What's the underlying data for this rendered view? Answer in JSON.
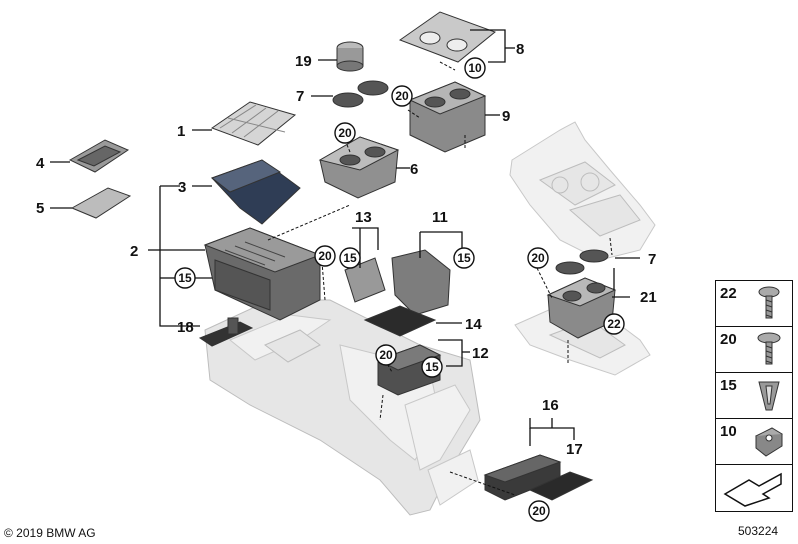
{
  "callouts": {
    "p1": "1",
    "p2": "2",
    "p3": "3",
    "p4": "4",
    "p5": "5",
    "p6": "6",
    "p7a": "7",
    "p7b": "7",
    "p8": "8",
    "p9": "9",
    "p11": "11",
    "p12": "12",
    "p13": "13",
    "p14": "14",
    "p16": "16",
    "p17": "17",
    "p18": "18",
    "p19": "19",
    "p21": "21"
  },
  "circled": {
    "c10": "10",
    "c20a": "20",
    "c20b": "20",
    "c20c": "20",
    "c20d": "20",
    "c20e": "20",
    "c20f": "20",
    "c15a": "15",
    "c15b": "15",
    "c15c": "15",
    "c15d": "15",
    "c22": "22"
  },
  "legend": {
    "items": [
      {
        "num": "22",
        "icon": "hex-screw-icon"
      },
      {
        "num": "20",
        "icon": "screw-icon"
      },
      {
        "num": "15",
        "icon": "clip-icon"
      },
      {
        "num": "10",
        "icon": "spring-nut-icon"
      }
    ]
  },
  "footer": {
    "copyright": "© 2019 BMW AG",
    "diagram_number": "503224"
  }
}
